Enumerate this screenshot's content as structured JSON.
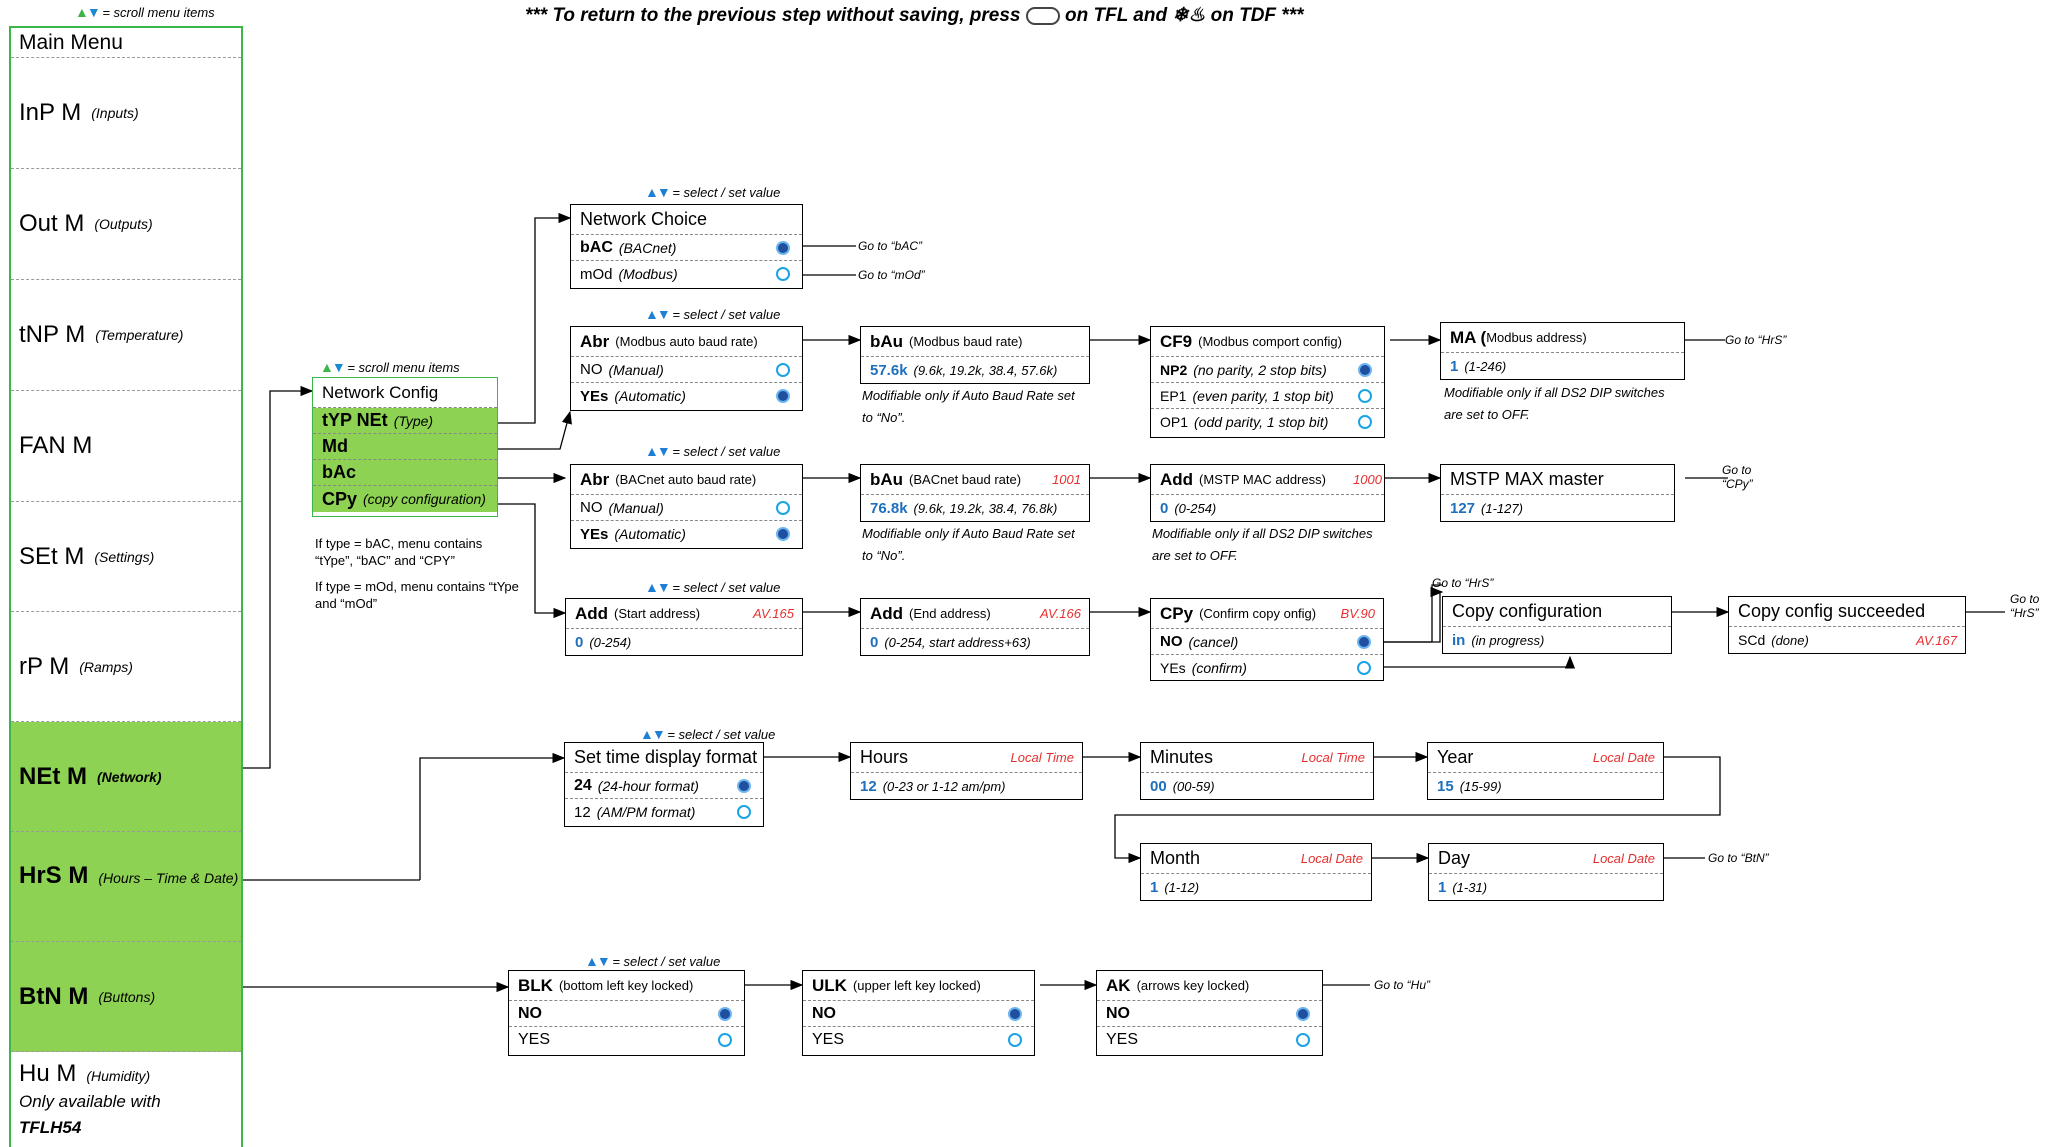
{
  "header": {
    "scroll_legend": "= scroll menu items",
    "return_note_a": "*** To return to the previous step without saving, press",
    "return_note_b": "on TFL and",
    "return_note_c": "on TDF ***"
  },
  "main_menu": {
    "title": "Main Menu",
    "items": [
      {
        "label": "InP M",
        "sub": "(Inputs)"
      },
      {
        "label": "Out M",
        "sub": "(Outputs)"
      },
      {
        "label": "tNP M",
        "sub": "(Temperature)"
      },
      {
        "label": "FAN M",
        "sub": ""
      },
      {
        "label": "SEt M",
        "sub": "(Settings)"
      },
      {
        "label": "rP M",
        "sub": "(Ramps)"
      },
      {
        "label": "NEt M",
        "sub": "(Network)"
      },
      {
        "label": "HrS M",
        "sub": "(Hours – Time & Date)"
      },
      {
        "label": "BtN M",
        "sub": "(Buttons)"
      },
      {
        "label": "Hu M",
        "sub": "(Humidity)",
        "extra": "Only available with",
        "model": "TFLH54"
      }
    ]
  },
  "network_config": {
    "legend": "= scroll menu items",
    "title": "Network Config",
    "items": [
      {
        "code": "tYP NEt",
        "sub": "(Type)"
      },
      {
        "code": "Md",
        "sub": ""
      },
      {
        "code": "bAc",
        "sub": ""
      },
      {
        "code": "CPy",
        "sub": "(copy configuration)"
      }
    ],
    "note1": "If type = bAC, menu contains “tYpe”, “bAC” and “CPY”",
    "note2": "If type = mOd, menu contains “tYpe and “mOd”"
  },
  "legend_select": "= select / set value",
  "network_choice": {
    "title": "Network Choice",
    "options": [
      {
        "code": "bAC",
        "desc": "(BACnet)",
        "selected": true
      },
      {
        "code": "mOd",
        "desc": "(Modbus)",
        "selected": false
      }
    ],
    "goto": [
      "Go to “bAC”",
      "Go to “mOd”"
    ]
  },
  "modbus": {
    "abr": {
      "code": "Abr",
      "title": "(Modbus auto baud rate)",
      "options": [
        {
          "code": "NO",
          "desc": "(Manual)",
          "selected": false
        },
        {
          "code": "YEs",
          "desc": "(Automatic)",
          "selected": true
        }
      ]
    },
    "bau": {
      "code": "bAu",
      "title": "(Modbus baud rate)",
      "value": "57.6k",
      "range": "(9.6k, 19.2k, 38.4, 57.6k)",
      "note": "Modifiable only if Auto Baud Rate set to “No”."
    },
    "cf9": {
      "code": "CF9",
      "title": "(Modbus comport config)",
      "options": [
        {
          "code": "NP2",
          "desc": "(no parity, 2 stop bits)",
          "selected": true
        },
        {
          "code": "EP1",
          "desc": "(even parity, 1 stop bit)",
          "selected": false
        },
        {
          "code": "OP1",
          "desc": "(odd parity, 1 stop bit)",
          "selected": false
        }
      ]
    },
    "ma": {
      "code": "MA (",
      "title": "Modbus address)",
      "value": "1",
      "range": "(1-246)",
      "note": "Modifiable only if all DS2 DIP switches are set to OFF.",
      "goto": "Go to “HrS”"
    }
  },
  "bacnet": {
    "abr": {
      "code": "Abr",
      "title": "(BACnet auto baud rate)",
      "options": [
        {
          "code": "NO",
          "desc": "(Manual)",
          "selected": false
        },
        {
          "code": "YEs",
          "desc": "(Automatic)",
          "selected": true
        }
      ]
    },
    "bau": {
      "code": "bAu",
      "title": "(BACnet baud rate)",
      "ref": "1001",
      "value": "76.8k",
      "range": "(9.6k, 19.2k, 38.4, 76.8k)",
      "note": "Modifiable only if Auto Baud Rate set to “No”."
    },
    "add": {
      "code": "Add",
      "title": "(MSTP MAC address)",
      "ref": "1000",
      "value": "0",
      "range": "(0-254)",
      "note": "Modifiable only if all DS2 DIP switches are set to OFF."
    },
    "max": {
      "title": "MSTP MAX master",
      "value": "127",
      "range": "(1-127)",
      "goto": "Go to “CPy”"
    }
  },
  "copy": {
    "start": {
      "code": "Add",
      "title": "(Start address)",
      "ref": "AV.165",
      "value": "0",
      "range": "(0-254)"
    },
    "end": {
      "code": "Add",
      "title": "(End address)",
      "ref": "AV.166",
      "value": "0",
      "range": "(0-254, start address+63)"
    },
    "confirm": {
      "code": "CPy",
      "title": "(Confirm copy onfig)",
      "ref": "BV.90",
      "options": [
        {
          "code": "NO",
          "desc": "(cancel)",
          "selected": true
        },
        {
          "code": "YEs",
          "desc": "(confirm)",
          "selected": false
        }
      ]
    },
    "progress": {
      "title": "Copy configuration",
      "value": "in",
      "desc": "(in progress)",
      "goto": "Go to “HrS”"
    },
    "done": {
      "title": "Copy config succeeded",
      "code": "SCd",
      "desc": "(done)",
      "ref": "AV.167",
      "goto": "Go to “HrS”"
    }
  },
  "time": {
    "format": {
      "title": "Set time display format",
      "options": [
        {
          "code": "24",
          "desc": "(24-hour format)",
          "selected": true
        },
        {
          "code": "12",
          "desc": "(AM/PM format)",
          "selected": false
        }
      ]
    },
    "hours": {
      "title": "Hours",
      "ref": "Local Time",
      "value": "12",
      "range": "(0-23 or 1-12 am/pm)"
    },
    "minutes": {
      "title": "Minutes",
      "ref": "Local Time",
      "value": "00",
      "range": "(00-59)"
    },
    "year": {
      "title": "Year",
      "ref": "Local Date",
      "value": "15",
      "range": "(15-99)"
    },
    "month": {
      "title": "Month",
      "ref": "Local Date",
      "value": "1",
      "range": "(1-12)"
    },
    "day": {
      "title": "Day",
      "ref": "Local Date",
      "value": "1",
      "range": "(1-31)",
      "goto": "Go to “BtN”"
    }
  },
  "buttons": {
    "blk": {
      "code": "BLK",
      "title": "(bottom left key locked)",
      "options": [
        {
          "code": "NO",
          "selected": true
        },
        {
          "code": "YES",
          "selected": false
        }
      ]
    },
    "ulk": {
      "code": "ULK",
      "title": "(upper left key locked)",
      "options": [
        {
          "code": "NO",
          "selected": true
        },
        {
          "code": "YES",
          "selected": false
        }
      ]
    },
    "ak": {
      "code": "AK",
      "title": "(arrows key locked)",
      "options": [
        {
          "code": "NO",
          "selected": true
        },
        {
          "code": "YES",
          "selected": false
        }
      ],
      "goto": "Go to “Hu”"
    }
  }
}
